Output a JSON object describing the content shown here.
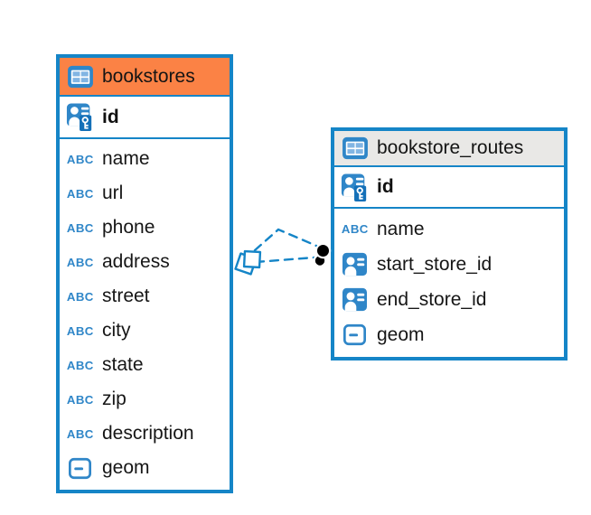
{
  "diagram": {
    "colors": {
      "accent_blue": "#1585C7",
      "icon_blue": "#2F86C8",
      "header_orange": "#FB8245",
      "header_gray": "#E9E8E6",
      "text": "#161616",
      "marker_dot": "#000000"
    },
    "tables": [
      {
        "name": "bookstores",
        "header_icon": "table-icon",
        "header_color": "#FB8245",
        "primary_key": {
          "name": "id",
          "icon": "primary-key-icon"
        },
        "columns": [
          {
            "name": "name",
            "icon": "text-type-icon"
          },
          {
            "name": "url",
            "icon": "text-type-icon"
          },
          {
            "name": "phone",
            "icon": "text-type-icon"
          },
          {
            "name": "address",
            "icon": "text-type-icon"
          },
          {
            "name": "street",
            "icon": "text-type-icon"
          },
          {
            "name": "city",
            "icon": "text-type-icon"
          },
          {
            "name": "state",
            "icon": "text-type-icon"
          },
          {
            "name": "zip",
            "icon": "text-type-icon"
          },
          {
            "name": "description",
            "icon": "text-type-icon"
          },
          {
            "name": "geom",
            "icon": "geometry-type-icon"
          }
        ]
      },
      {
        "name": "bookstore_routes",
        "header_icon": "table-icon",
        "header_color": "#E9E8E6",
        "primary_key": {
          "name": "id",
          "icon": "primary-key-icon"
        },
        "columns": [
          {
            "name": "name",
            "icon": "text-type-icon"
          },
          {
            "name": "start_store_id",
            "icon": "reference-type-icon"
          },
          {
            "name": "end_store_id",
            "icon": "reference-type-icon"
          },
          {
            "name": "geom",
            "icon": "geometry-type-icon"
          }
        ]
      }
    ],
    "relationships": [
      {
        "from_table": "bookstore_routes",
        "to_table": "bookstores",
        "link_count": 2,
        "line_style": "dashed",
        "source_marker": "double-diamond",
        "target_marker": "double-dot"
      }
    ]
  }
}
